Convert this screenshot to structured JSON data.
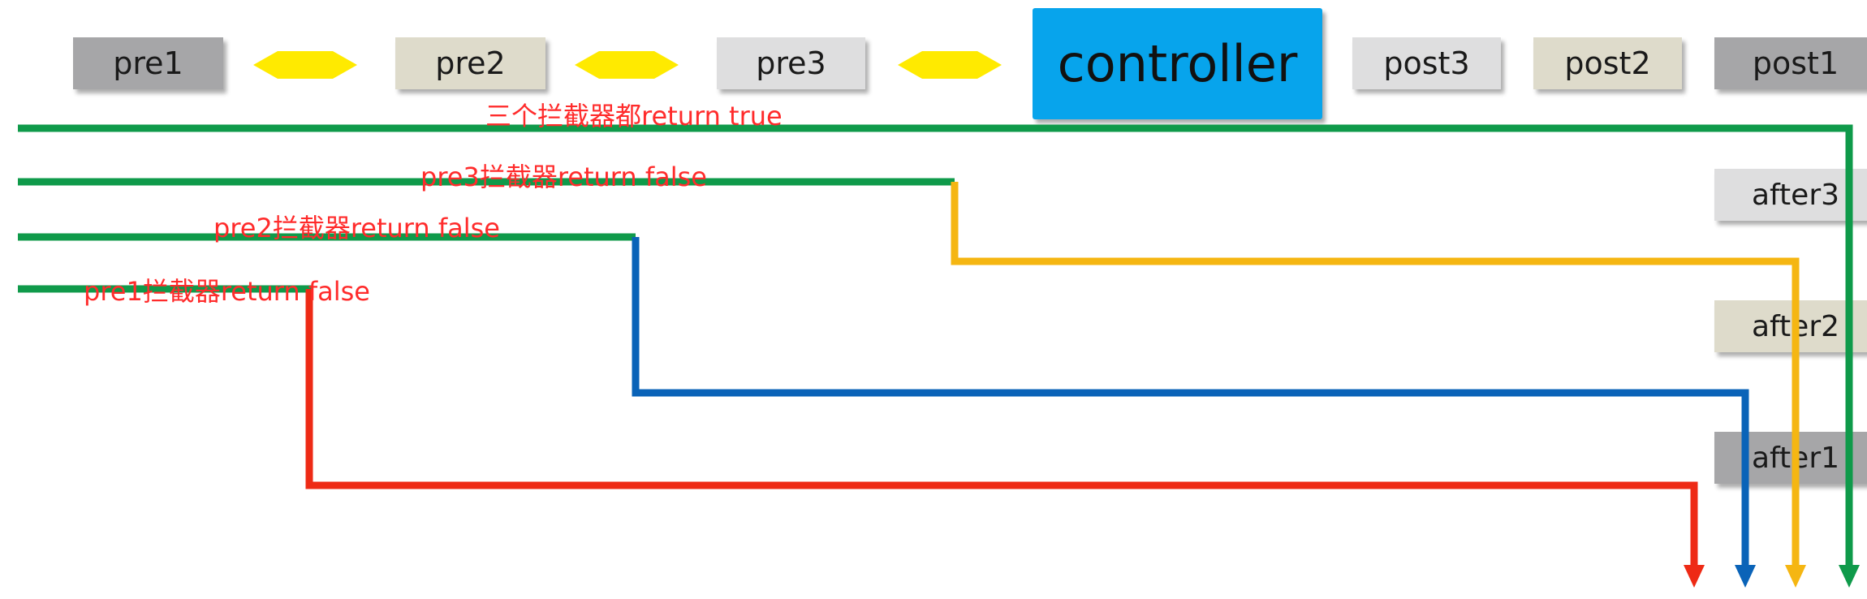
{
  "interceptors": {
    "pre": [
      "pre1",
      "pre2",
      "pre3"
    ],
    "controller": "controller",
    "post": [
      "post3",
      "post2",
      "post1"
    ],
    "after": [
      "after3",
      "after2",
      "after1"
    ]
  },
  "flows": [
    {
      "id": "all-true",
      "label": "三个拦截器都return true",
      "color": "#0f9a4a"
    },
    {
      "id": "pre3-false",
      "label": "pre3拦截器return false",
      "color": "#f5b612"
    },
    {
      "id": "pre2-false",
      "label": "pre2拦截器return false",
      "color": "#0a63b8"
    },
    {
      "id": "pre1-false",
      "label": "pre1拦截器return false",
      "color": "#ee2a15"
    }
  ],
  "colors": {
    "controller": "#07a4ec",
    "diamond": "#ffea00",
    "label_text": "#ff2b2b"
  }
}
